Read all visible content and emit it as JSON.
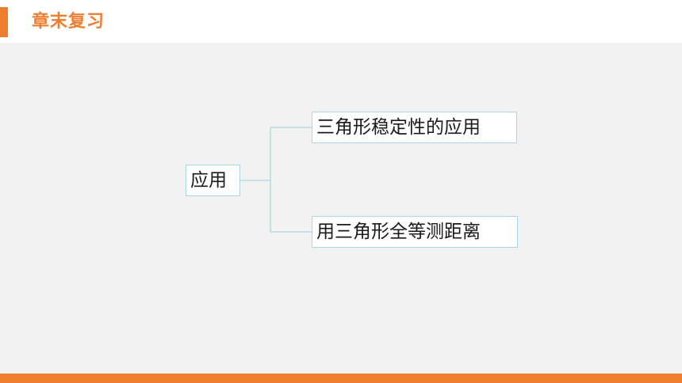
{
  "header": {
    "title": "章末复习"
  },
  "diagram": {
    "root": "应用",
    "branches": [
      "三角形稳定性的应用",
      "用三角形全等测距离"
    ]
  },
  "colors": {
    "accent": "#ee7d2f",
    "panel": "#f2f2f2",
    "node_border": "#a9d6e0",
    "connector": "#9ccfdc"
  }
}
